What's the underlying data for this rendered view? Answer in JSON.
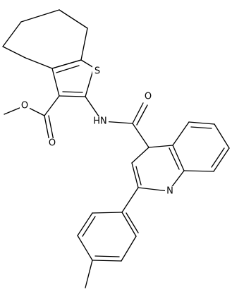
{
  "structure": {
    "atom_labels": {
      "sulfur": "S",
      "amide_nitrogen": "HN",
      "amide_oxygen": "O",
      "ester_carbonyl_oxygen": "O",
      "ester_ether_oxygen": "O",
      "quinoline_nitrogen": "N"
    },
    "colors": {
      "bond": "#000000",
      "label": "#000000",
      "background": "#ffffff"
    }
  }
}
